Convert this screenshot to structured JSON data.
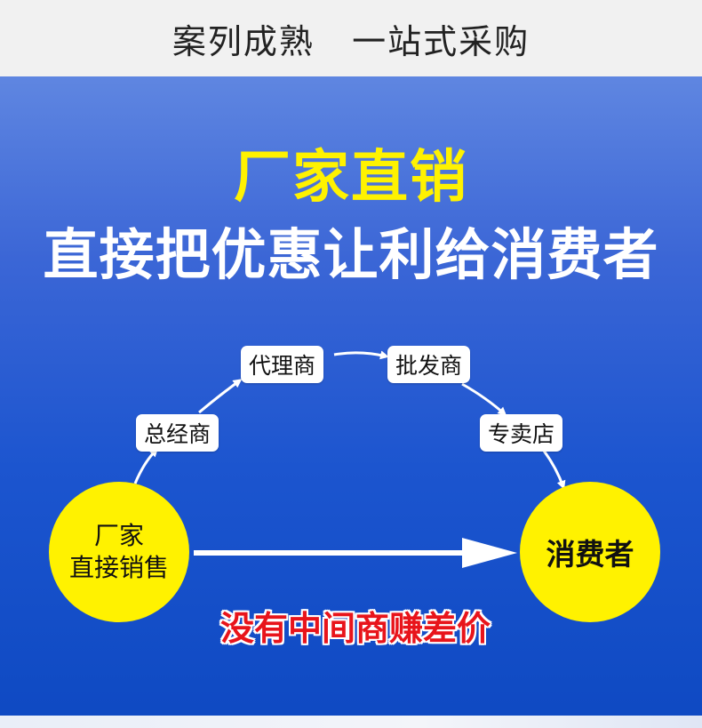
{
  "header": {
    "title": "案列成熟   一站式采购"
  },
  "headline": {
    "line1": "厂家直销",
    "line2": "直接把优惠让利给消费者"
  },
  "flow": {
    "nodes": [
      "总经商",
      "代理商",
      "批发商",
      "专卖店"
    ],
    "source_line1": "厂家",
    "source_line2": "直接销售",
    "target": "消费者"
  },
  "slogan": "没有中间商赚差价",
  "colors": {
    "accent_yellow": "#fff200",
    "slogan_red": "#e8141b",
    "panel_blue": "#1c55cf"
  }
}
